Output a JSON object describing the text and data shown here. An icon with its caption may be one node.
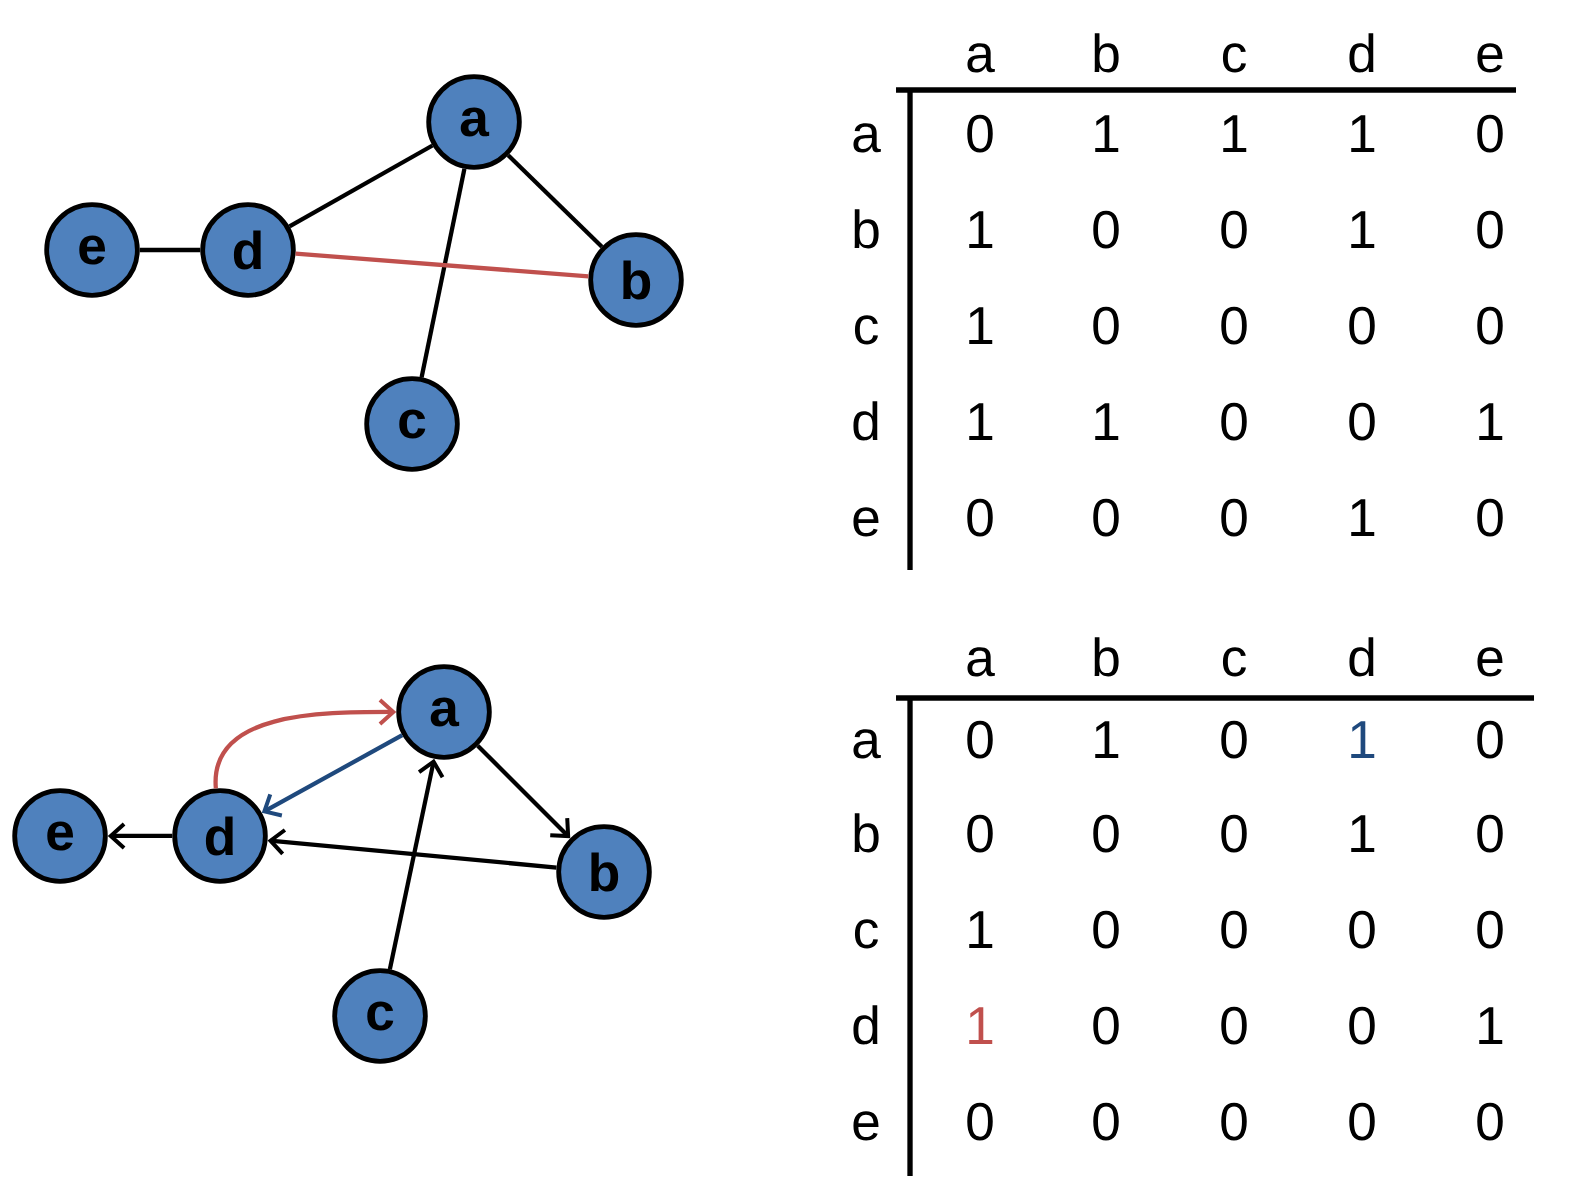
{
  "diagram": {
    "nodes": [
      {
        "text": [
          "a"
        ]
      },
      {
        "text": [
          "e"
        ]
      },
      {
        "text": [
          "d"
        ]
      },
      {
        "text": [
          "b"
        ]
      },
      {
        "text": [
          "c"
        ]
      },
      {
        "text": [
          "a"
        ]
      },
      {
        "text": [
          "e"
        ]
      },
      {
        "text": [
          "d"
        ]
      },
      {
        "text": [
          "b"
        ]
      },
      {
        "text": [
          "c"
        ]
      }
    ],
    "edges": [
      {
        "from": 0,
        "to": 2,
        "arrow": "none"
      },
      {
        "from": 0,
        "to": 3,
        "arrow": "none"
      },
      {
        "from": 0,
        "to": 4,
        "arrow": "none"
      },
      {
        "from": 1,
        "to": 2,
        "arrow": "none"
      },
      {
        "from": 2,
        "to": 3,
        "arrow": "none",
        "color": "#c0504d"
      },
      {
        "from": 7,
        "to": 5,
        "arrow": "to",
        "color": "#c0504d"
      },
      {
        "from": 5,
        "to": 7,
        "arrow": "to",
        "color": "#1f497d"
      },
      {
        "from": 5,
        "to": 8,
        "arrow": "to"
      },
      {
        "from": 8,
        "to": 7,
        "arrow": "to"
      },
      {
        "from": 9,
        "to": 5,
        "arrow": "to"
      },
      {
        "from": 7,
        "to": 6,
        "arrow": "to"
      }
    ],
    "labels": [
      "a",
      "b",
      "c",
      "d",
      "e",
      "a",
      "0",
      "1",
      "1",
      "1",
      "0",
      "b",
      "1",
      "0",
      "0",
      "1",
      "0",
      "c",
      "1",
      "0",
      "0",
      "0",
      "0",
      "d",
      "1",
      "1",
      "0",
      "0",
      "1",
      "e",
      "0",
      "0",
      "0",
      "1",
      "0",
      "a",
      "b",
      "c",
      "d",
      "e",
      "a",
      "0",
      "1",
      "0",
      "1",
      "0",
      "b",
      "0",
      "0",
      "0",
      "1",
      "0",
      "c",
      "1",
      "0",
      "0",
      "0",
      "0",
      "d",
      "1",
      "0",
      "0",
      "0",
      "1",
      "e",
      "0",
      "0",
      "0",
      "0",
      "0"
    ]
  }
}
